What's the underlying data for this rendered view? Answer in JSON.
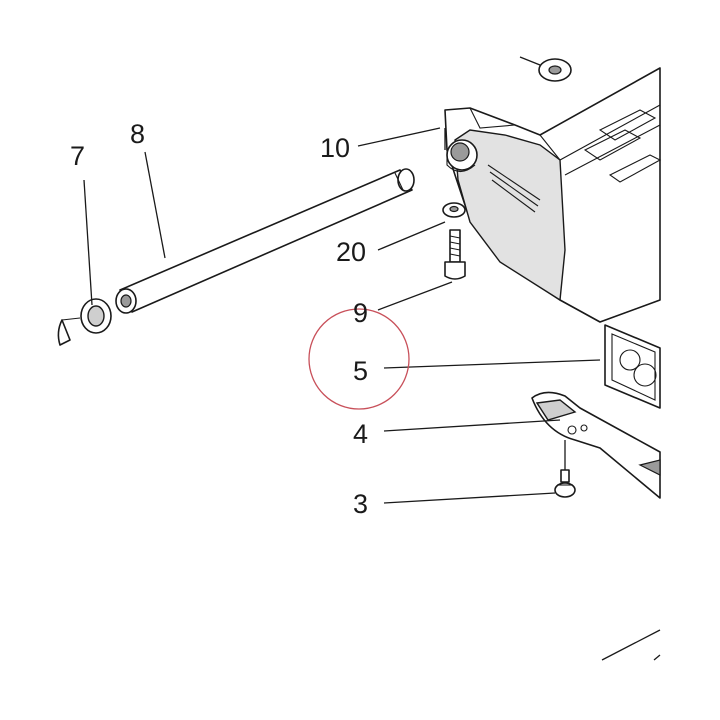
{
  "callouts": {
    "c7": "7",
    "c8": "8",
    "c10": "10",
    "c20": "20",
    "c9": "9",
    "c5": "5",
    "c4": "4",
    "c3": "3"
  },
  "highlight": {
    "ring_color": "#c8505a"
  }
}
